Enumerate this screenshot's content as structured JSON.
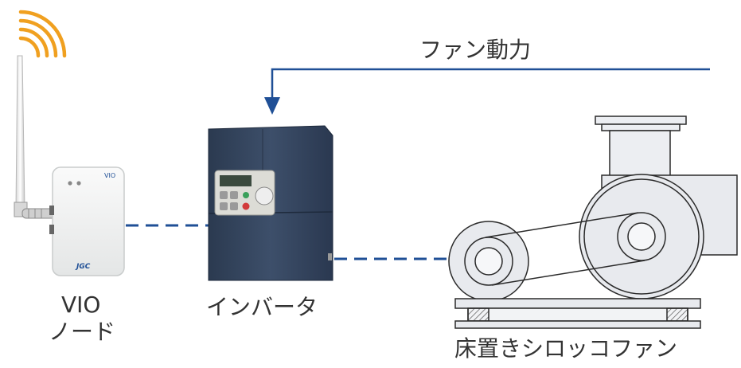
{
  "labels": {
    "fan_power": "ファン動力",
    "vio_line1": "VIO",
    "vio_line2": "ノード",
    "inverter": "インバータ",
    "fan": "床置きシロッコファン",
    "device_brand": "JGC",
    "device_model": "VIO"
  },
  "colors": {
    "arrow": "#1f4f96",
    "dashed_link": "#1f4f96",
    "signal_arcs": "#f0a020",
    "inverter_body": "#35465e",
    "fan_stroke": "#2a2a2a",
    "fan_fill": "#e8eaee",
    "vio_body": "#f3f4f4",
    "label_text": "#333333"
  },
  "icons": {
    "signal": "wifi-signal-icon",
    "antenna": "antenna-icon"
  }
}
